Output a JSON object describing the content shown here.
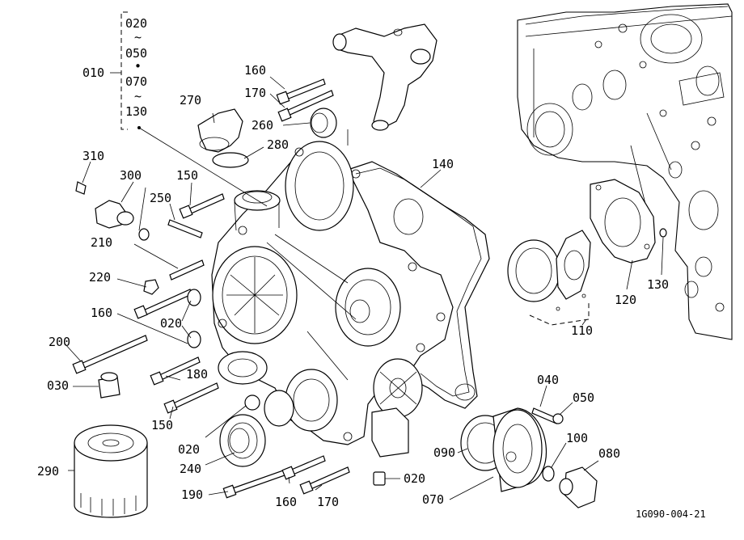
{
  "diagram": {
    "footer_code": "1G090-004-21",
    "range_block": {
      "ref": "010",
      "lines": [
        "020",
        "~",
        "050",
        "•",
        "070",
        "~",
        "130"
      ]
    },
    "callouts": {
      "c160_top": "160",
      "c170_top": "170",
      "c270": "270",
      "c260": "260",
      "c280": "280",
      "c140": "140",
      "c310": "310",
      "c300": "300",
      "c150_upper": "150",
      "c250": "250",
      "c210": "210",
      "c220": "220",
      "c160_mid": "160",
      "c020_mid": "020",
      "c200": "200",
      "c030": "030",
      "c180": "180",
      "c150_lower": "150",
      "c020_lower": "020",
      "c240": "240",
      "c290": "290",
      "c190": "190",
      "c160_bottom": "160",
      "c170_bottom": "170",
      "c020_bottom": "020",
      "c040": "040",
      "c050": "050",
      "c100": "100",
      "c090": "090",
      "c080": "080",
      "c070": "070",
      "c110": "110",
      "c120": "120",
      "c130": "130"
    }
  }
}
